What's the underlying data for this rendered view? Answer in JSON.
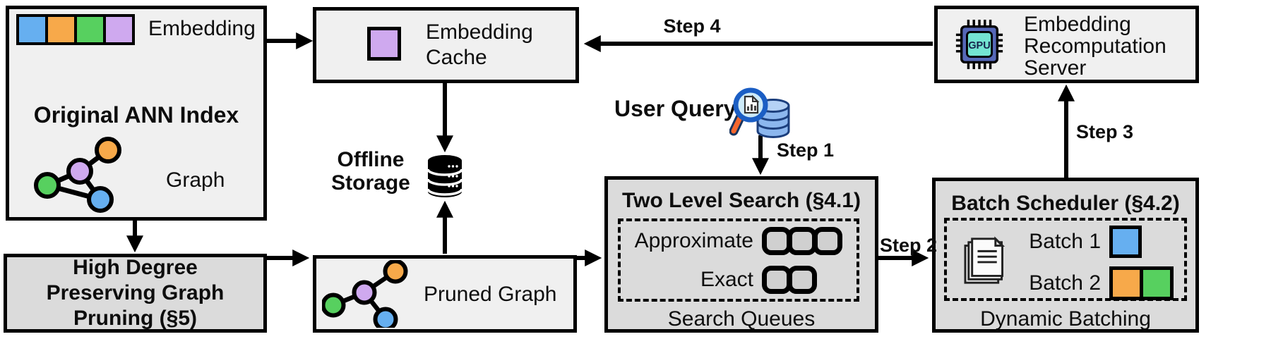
{
  "figure": {
    "original_index": {
      "embedding_label": "Embedding",
      "title": "Original ANN Index",
      "graph_label": "Graph"
    },
    "embedding_cache": {
      "label": "Embedding Cache"
    },
    "offline_storage": {
      "label": "Offline Storage"
    },
    "pruning": {
      "title": "High Degree Preserving Graph Pruning (§5)"
    },
    "pruned_graph": {
      "label": "Pruned Graph"
    },
    "user_query": {
      "label": "User Query"
    },
    "two_level_search": {
      "title": "Two Level Search (§4.1)",
      "approximate_label": "Approximate",
      "exact_label": "Exact",
      "caption": "Search Queues"
    },
    "batch_scheduler": {
      "title": "Batch Scheduler (§4.2)",
      "batch1_label": "Batch 1",
      "batch2_label": "Batch 2",
      "caption": "Dynamic Batching"
    },
    "server": {
      "label": "Embedding Recomputation Server",
      "chip_label": "GPU"
    },
    "steps": {
      "s1": "Step 1",
      "s2": "Step 2",
      "s3": "Step 3",
      "s4": "Step 4"
    },
    "colors": {
      "embedding_blue": "#66aff0",
      "embedding_orange": "#f7a94a",
      "embedding_green": "#57d05f",
      "embedding_purple": "#cfa9ef",
      "box_light": "#f0f0f0",
      "box_gray": "#dbdbdb",
      "queue_fill": "#d0d0d0",
      "gpu_body": "#5668b8",
      "gpu_core": "#74e4d2",
      "magnifier_rim": "#1b5ec4",
      "magnifier_handle": "#f4672e",
      "query_db_blue": "#8cb7ee"
    }
  }
}
